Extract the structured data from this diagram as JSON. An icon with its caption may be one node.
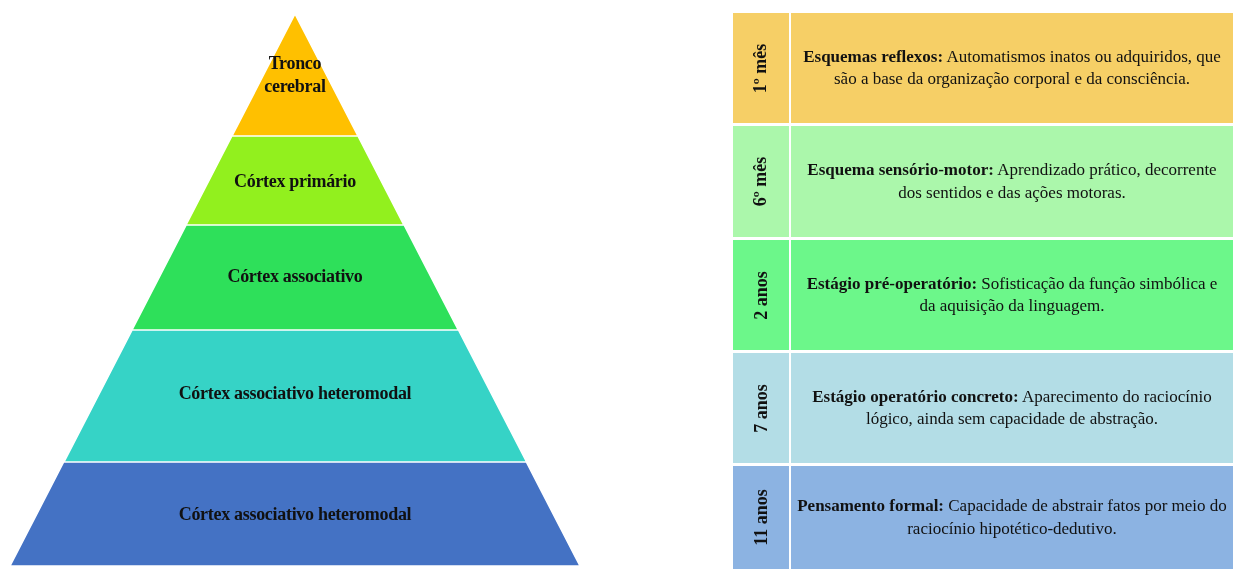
{
  "diagram": {
    "nodes": [
      {
        "text": [
          "Tronco cerebral"
        ]
      },
      {
        "text": [
          "Córtex primário"
        ]
      },
      {
        "text": [
          "Córtex associativo"
        ]
      },
      {
        "text": [
          "Córtex associativo heteromodal"
        ]
      },
      {
        "text": [
          "Córtex associativo heteromodal"
        ]
      },
      {
        "text": [
          "1º mês"
        ]
      },
      {
        "text": [
          "**Esquemas reflexos:** Automatismos inatos ou adquiridos, que são a base da organização corporal e da consciência."
        ]
      },
      {
        "text": [
          "6º mês"
        ]
      },
      {
        "text": [
          "**Esquema sensório-motor:** Aprendizado prático, decorrente dos sentidos e das ações motoras."
        ]
      },
      {
        "text": [
          "2 anos"
        ]
      },
      {
        "text": [
          "**Estágio pré-operatório:** Sofisticação da função simbólica e da aquisição da linguagem."
        ]
      },
      {
        "text": [
          "7 anos"
        ]
      },
      {
        "text": [
          "**Estágio operatório concreto:** Aparecimento do raciocínio lógico, ainda sem capacidade de abstração."
        ]
      },
      {
        "text": [
          "11 anos"
        ]
      },
      {
        "text": [
          "**Pensamento formal:** Capacidade de abstrair fatos por meio do raciocínio hipotético-dedutivo."
        ]
      }
    ]
  }
}
